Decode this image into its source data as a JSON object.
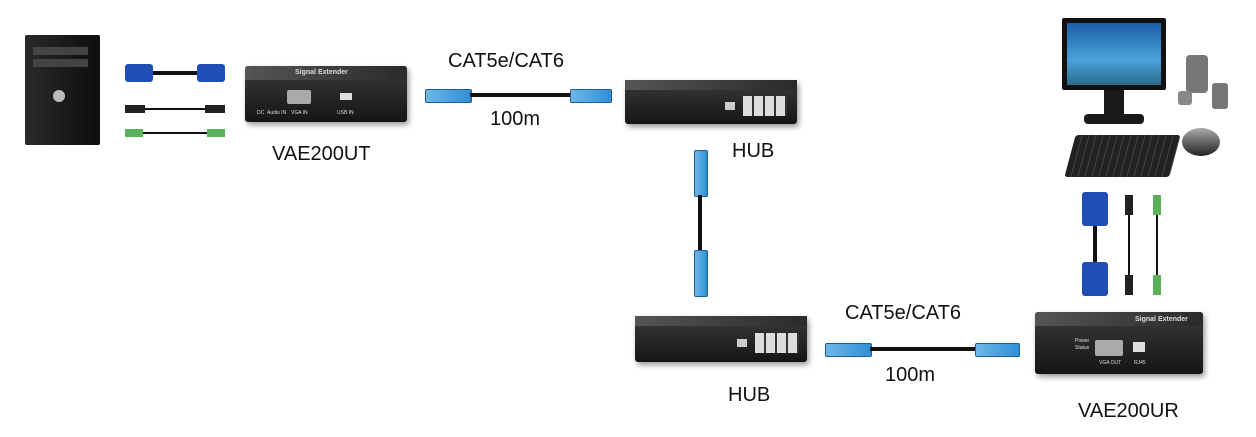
{
  "transmitter": {
    "name": "VAE200UT",
    "brand_text": "Signal Extender",
    "ports": [
      "DC",
      "Audio IN",
      "VGA IN",
      "USB IN"
    ]
  },
  "receiver": {
    "name": "VAE200UR",
    "brand_text": "Signal Extender",
    "ports": [
      "Power",
      "Status",
      "VGA OUT",
      "RJ45"
    ]
  },
  "links": [
    {
      "cable": "CAT5e/CAT6",
      "distance": "100m"
    },
    {
      "cable": "CAT5e/CAT6",
      "distance": "100m"
    }
  ],
  "hubs": [
    {
      "label": "HUB"
    },
    {
      "label": "HUB"
    }
  ],
  "colors": {
    "rj45": "#2f8fd6",
    "vga": "#1f4fb5",
    "audio": "#5bb05b"
  }
}
